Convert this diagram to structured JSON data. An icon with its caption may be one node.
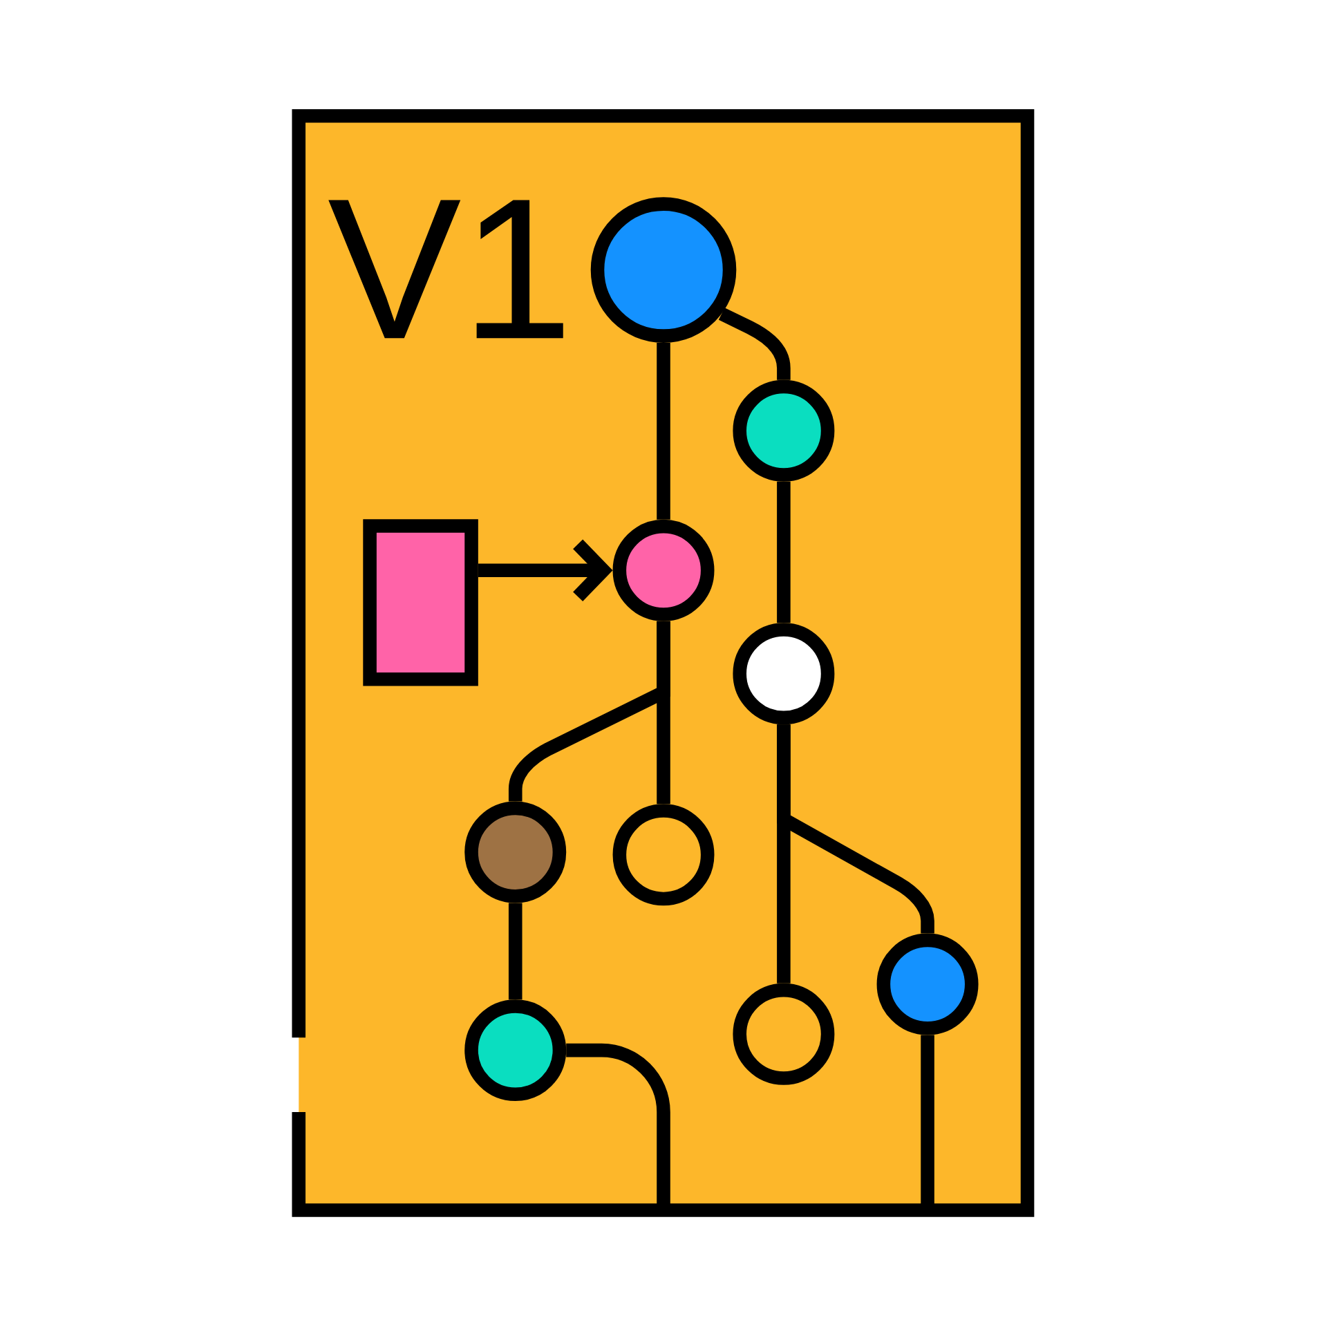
{
  "diagram": {
    "nodes": [
      {
        "text": [],
        "shape": "circle"
      },
      {
        "text": [],
        "shape": "circle"
      },
      {
        "text": [],
        "shape": "circle"
      },
      {
        "text": [],
        "shape": "circle"
      },
      {
        "text": [],
        "shape": "circle"
      },
      {
        "text": [],
        "shape": "circle"
      },
      {
        "text": [],
        "shape": "circle"
      },
      {
        "text": [],
        "shape": "circle"
      },
      {
        "text": [],
        "shape": "circle"
      },
      {
        "text": [],
        "shape": "box"
      }
    ],
    "edges": [
      {
        "from": 0,
        "to": 2,
        "arrow": "none"
      },
      {
        "from": 0,
        "to": 1,
        "arrow": "none"
      },
      {
        "from": 1,
        "to": 3,
        "arrow": "none"
      },
      {
        "from": 2,
        "to": 5,
        "arrow": "none"
      },
      {
        "from": 2,
        "to": 4,
        "arrow": "none"
      },
      {
        "from": 3,
        "to": 7,
        "arrow": "none"
      },
      {
        "from": 3,
        "to": 8,
        "arrow": "none"
      },
      {
        "from": 4,
        "to": 6,
        "arrow": "none"
      },
      {
        "from": 6,
        "to": null,
        "arrow": "none"
      },
      {
        "from": 8,
        "to": null,
        "arrow": "none"
      },
      {
        "from": 9,
        "to": 2,
        "arrow": "to"
      }
    ],
    "labels": [
      "V1"
    ]
  }
}
